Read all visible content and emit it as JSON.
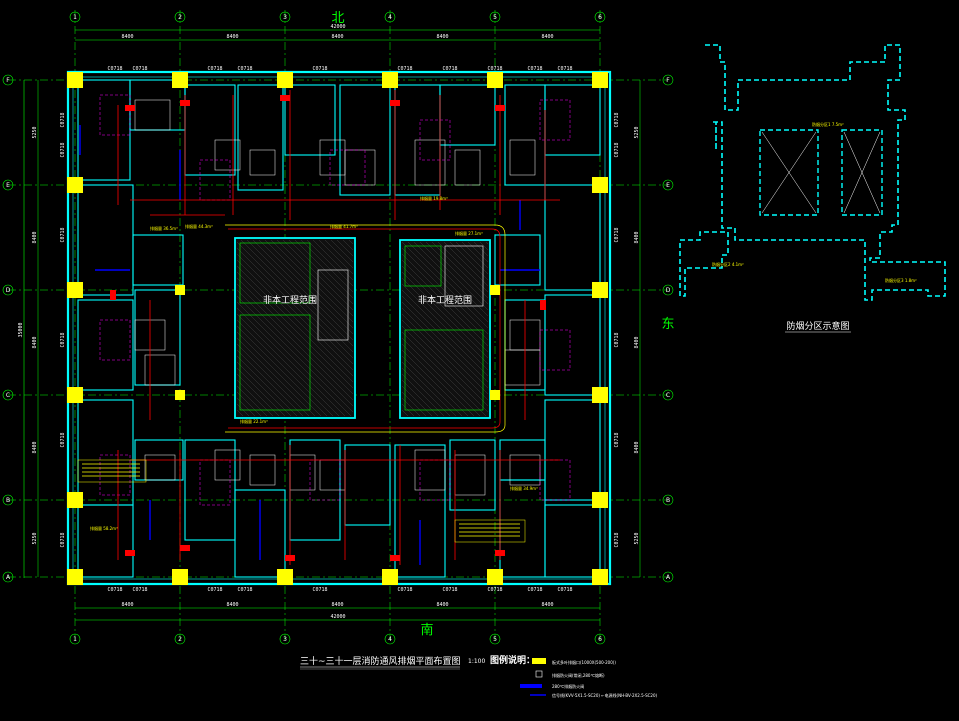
{
  "plan": {
    "compass_north": "北",
    "compass_south": "南",
    "compass_east": "东",
    "overall_dim_top": "42000",
    "overall_dim_bottom": "42000",
    "overall_dim_side": "35000",
    "bay_dims_top": [
      "8400",
      "8400",
      "8400",
      "8400",
      "8400"
    ],
    "bay_dims_bottom": [
      "8400",
      "8400",
      "8400",
      "8400",
      "8400"
    ],
    "bay_dims_left": [
      "5250",
      "8400",
      "8400",
      "8400",
      "5250"
    ],
    "bay_dims_right": [
      "5250",
      "8400",
      "8400",
      "8400",
      "5250"
    ],
    "axes_columns": [
      "1",
      "2",
      "3",
      "4",
      "5",
      "6"
    ],
    "axes_rows": [
      "F",
      "E",
      "D",
      "C",
      "B",
      "A"
    ],
    "exclusion_zone_left": "非本工程范围",
    "exclusion_zone_right": "非本工程范围",
    "window_tags_top": [
      "C0718",
      "C0718",
      "C0718",
      "C0718",
      "C0718",
      "C0718",
      "C0718",
      "C0718",
      "C0718",
      "C0718"
    ],
    "window_tags_bottom": [
      "C0718",
      "C0718",
      "C0718",
      "C0718",
      "C0718",
      "C0718",
      "C0718",
      "C0718",
      "C0718",
      "C0718"
    ],
    "window_tags_left": [
      "C0718",
      "C0718",
      "C0718",
      "C0718",
      "C0718",
      "C0718"
    ],
    "window_tags_right": [
      "C0718",
      "C0718",
      "C0718",
      "C0718",
      "C0718",
      "C0718"
    ],
    "title": "三十~三十一层消防通风排烟平面布置图",
    "scale": "1:100",
    "legend_heading": "图例说明：",
    "legend_items": [
      "板式多叶排烟口(1000X(500-200))",
      "排烟防火阀(常闭,280℃熔断)",
      "280℃排烟防火阀",
      "信号线(KVV-5X1.5-SC20) ←电源线(NH-BV-2X2.5-SC20)"
    ],
    "room_annotations": [
      "排烟量 44.3m³",
      "排烟量 36.5m³",
      "排烟量 22.1m³",
      "排烟量 41.7m³",
      "排烟量 19.8m³",
      "排烟量 34.9m³",
      "排烟量 58.2m³",
      "排烟量 27.1m³"
    ]
  },
  "inset": {
    "caption": "防烟分区示意图",
    "zone_labels": [
      "防烟分区1 7.5m²",
      "防烟分区2 4.1m²",
      "防烟分区3 1.8m²"
    ]
  },
  "colors": {
    "wall": "#00ffff",
    "grid": "#00ff00",
    "duct": "#ff0000",
    "column": "#ffff00",
    "zone": "#ff00ff",
    "text": "#ffffff",
    "door": "#0000ff"
  }
}
